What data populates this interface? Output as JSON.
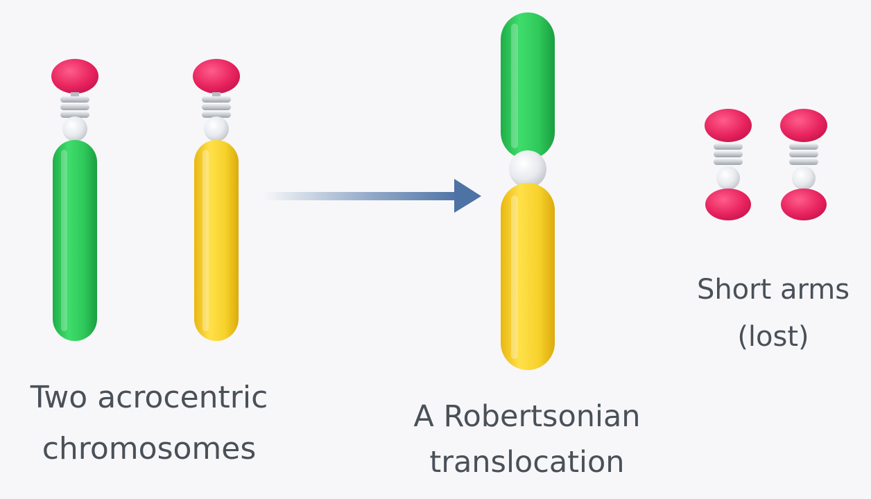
{
  "labels": {
    "left_line1": "Two acrocentric",
    "left_line2": "chromosomes",
    "middle_line1": "A Robertsonian",
    "middle_line2": "translocation",
    "right_line1": "Short arms",
    "right_line2": "(lost)"
  },
  "colors": {
    "background": "#f7f7f9",
    "long_arm_green": "#2ecc5a",
    "long_arm_yellow": "#f5cf1f",
    "satellite_pink": "#e8245f",
    "stalk_gray": "#c9cdd3",
    "centromere": "#e4e6ea",
    "arrow": "#5b7fae",
    "text": "#4a5058"
  },
  "icons": {
    "arrow": "right-arrow-icon"
  }
}
